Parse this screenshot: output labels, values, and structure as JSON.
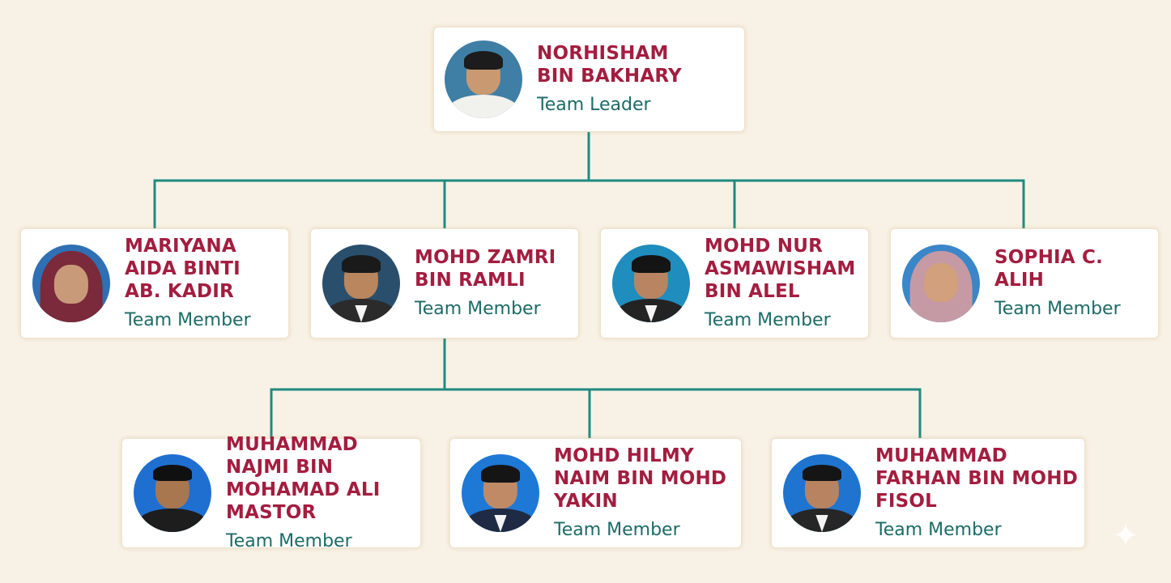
{
  "diagram": {
    "leader": {
      "name": "NORHISHAM BIN BAKHARY",
      "role": "Team Leader"
    },
    "members_level1": [
      {
        "name": "MARIYANA AIDA BINTI AB. KADIR",
        "role": "Team Member"
      },
      {
        "name": "MOHD ZAMRI BIN RAMLI",
        "role": "Team Member"
      },
      {
        "name": "MOHD NUR ASMAWISHAM BIN ALEL",
        "role": "Team Member"
      },
      {
        "name": "SOPHIA C. ALIH",
        "role": "Team Member"
      }
    ],
    "members_level2": [
      {
        "name": "MUHAMMAD NAJMI BIN MOHAMAD ALI MASTOR",
        "role": "Team Member"
      },
      {
        "name": "MOHD HILMY NAIM BIN MOHD YAKIN",
        "role": "Team Member"
      },
      {
        "name": "MUHAMMAD FARHAN BIN MOHD FISOL",
        "role": "Team Member"
      }
    ]
  },
  "colors": {
    "background": "#f8f2e6",
    "connector": "#1f8a80",
    "name_text": "#a31d3f",
    "role_text": "#1c6b66"
  },
  "icons": {
    "watermark": "sparkle-icon"
  }
}
